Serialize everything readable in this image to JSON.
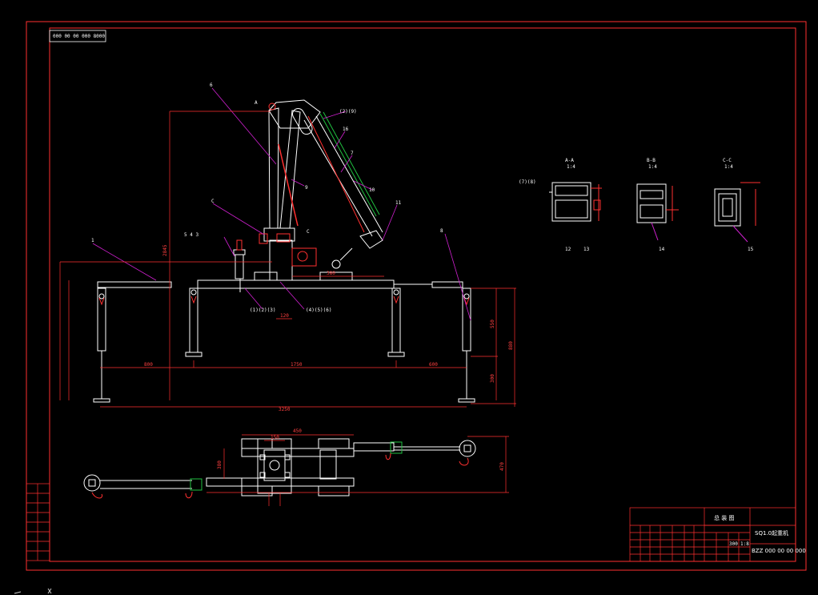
{
  "drawing": {
    "code_box": "000 00 00 000 8000",
    "section_titles": {
      "aa": {
        "name": "A-A",
        "scale": "1:4"
      },
      "bb": {
        "name": "B-B",
        "scale": "1:4"
      },
      "cc": {
        "name": "C-C",
        "scale": "1:4"
      }
    },
    "part_labels": [
      "6",
      "A",
      "(2)(9)",
      "16",
      "7",
      "9",
      "10",
      "11",
      "C",
      "5 4 3",
      "C",
      "1",
      "8",
      "(1)(2)(3)",
      "(4)(5)(6)",
      "(7)(8)",
      "12",
      "13",
      "14",
      "15"
    ],
    "dimensions": {
      "total_height": "2845",
      "left_span": "800",
      "center_span": "1750",
      "right_span": "600",
      "overall_width": "3250",
      "right_h1": "550",
      "right_h2": "300",
      "right_total": "880",
      "boom_len": "380",
      "base_width": "120",
      "plan_top": "450",
      "plan_inner": "150",
      "plan_left": "380",
      "plan_right": "470"
    }
  },
  "title_block": {
    "name": "SQ1.0起重机",
    "drawing_no": "BZZ 000 00 00 000",
    "header_cell": "总 装 图",
    "scale": "300",
    "sheet": "1:8"
  },
  "colors": {
    "frame": "#ff3030",
    "lines": "#ffffff",
    "leader": "#d020d0",
    "hydraulic": "#20c040",
    "dimension": "#ff3030"
  }
}
